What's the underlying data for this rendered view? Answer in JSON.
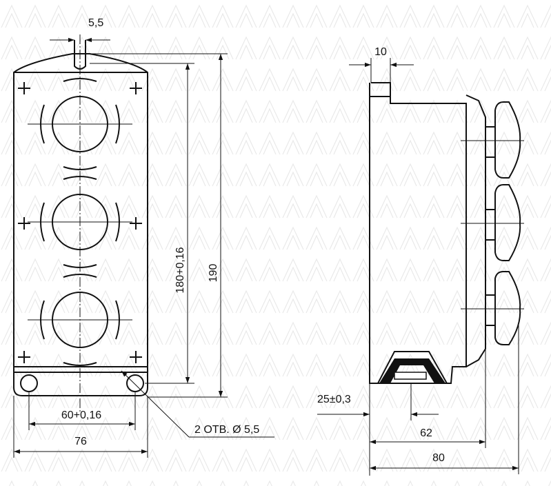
{
  "front_view": {
    "dims": {
      "slot_width": "5,5",
      "height_inner": "180+0,16",
      "height_total": "190",
      "hole_spacing": "60+0,16",
      "width_total": "76",
      "holes_note": "2 ОТВ. Ø 5,5"
    },
    "buttons": 3,
    "markers": 6
  },
  "side_view": {
    "dims": {
      "top_flange": "10",
      "base_offset": "25±0,3",
      "depth_body": "62",
      "depth_total": "80"
    },
    "buttons": 3
  },
  "colors": {
    "line": "#111111",
    "watermark": "#e9e9e9",
    "background": "#ffffff"
  }
}
